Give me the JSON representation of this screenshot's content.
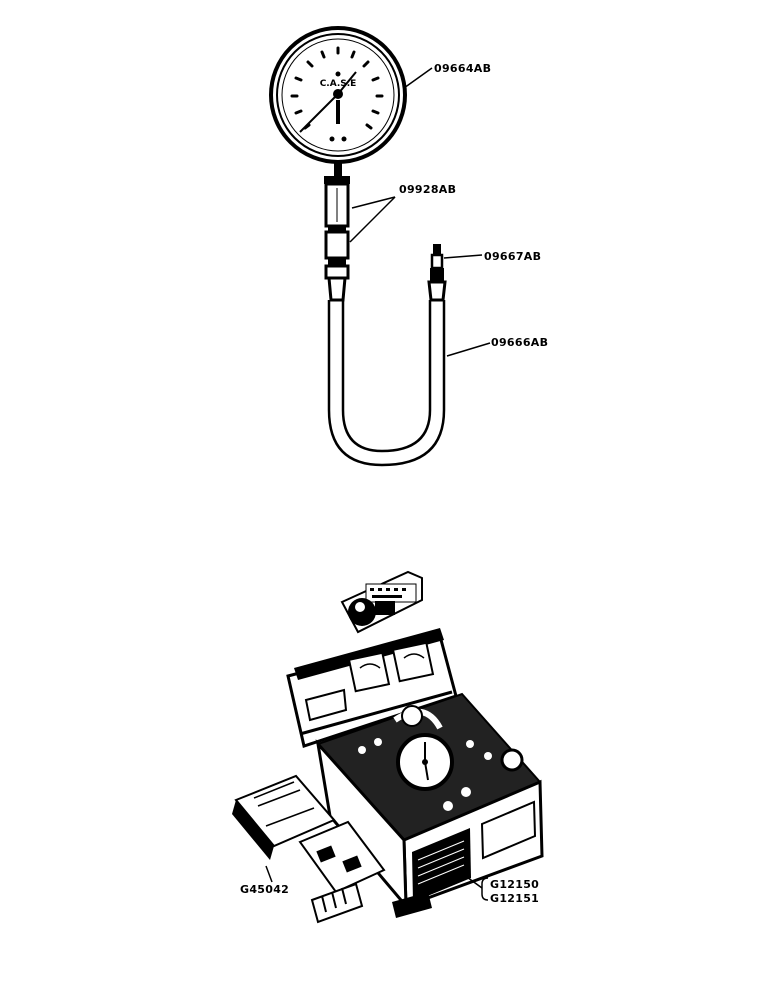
{
  "labels": {
    "gauge": "09664AB",
    "adapters": "09928AB",
    "valve": "09667AB",
    "hose": "09666AB",
    "tester_kit": "G45042",
    "case_1": "G12150",
    "case_2": "G12151"
  },
  "gauge_brand": "C.A.S.E",
  "ink_color": "#000000",
  "paper_color": "#ffffff"
}
